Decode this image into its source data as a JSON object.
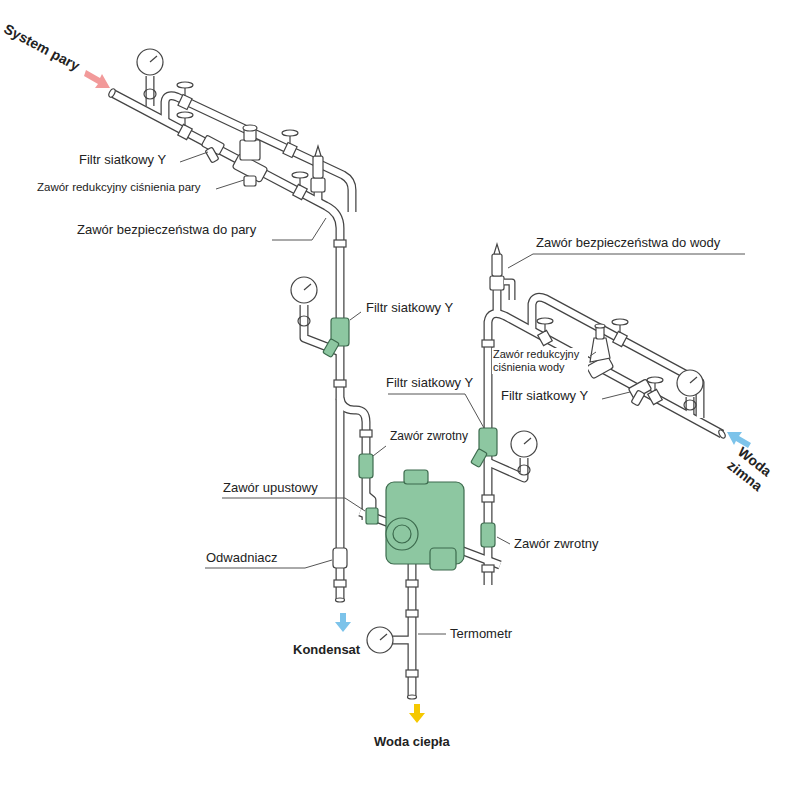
{
  "diagram": {
    "labels": [
      "System pary",
      "Filtr siatkowy Y",
      "Zawór redukcyjny ciśnienia pary",
      "Zawór bezpieczeństwa do pary",
      "Zawór bezpieczeństwa do wody",
      "Filtr siatkowy Y",
      "Zawór redukcyjny ciśnienia wody",
      "Filtr siatkowy Y",
      "Filtr siatkowy Y",
      "Zawór zwrotny",
      "Zawór upustowy",
      "Odwadniacz",
      "Zawór zwrotny",
      "Termometr",
      "Kondensat",
      "Woda ciepła",
      "Woda zimna"
    ]
  }
}
